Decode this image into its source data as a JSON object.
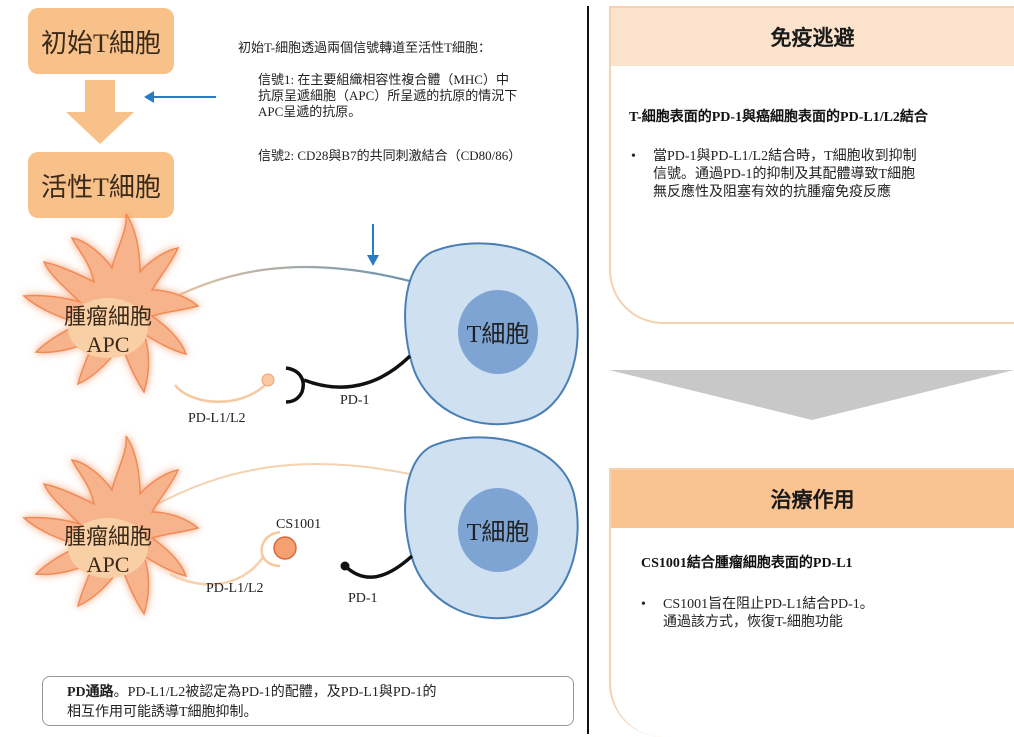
{
  "left": {
    "naive_label": "初始T細胞",
    "active_label": "活性T細胞",
    "notes": {
      "intro": "初始T-細胞透過兩個信號轉道至活性T細胞：",
      "signal1_line1": "信號1: 在主要組織相容性複合體（MHC）中",
      "signal1_line2": "抗原呈遞細胞（APC）所呈遞的抗原的情況下",
      "signal1_line3": "APC呈遞的抗原。",
      "signal2": "信號2: CD28與B7的共同刺激結合（CD80/86）"
    },
    "tumor_label_1": "腫瘤細胞",
    "tumor_label_2": "APC",
    "tcell_label": "T細胞",
    "pdl1_label": "PD-L1/L2",
    "pd1_label": "PD-1",
    "cs1001_label": "CS1001",
    "pd_box_bold": "PD通路",
    "pd_box_text1": "。PD-L1/L2被認定為PD-1的配體，及PD-L1與PD-1的",
    "pd_box_text2": "相互作用可能誘導T細胞抑制。"
  },
  "right": {
    "panel1": {
      "title": "免疫逃避",
      "subtitle": "T-細胞表面的PD-1與癌細胞表面的PD-L1/L2結合",
      "bullet_line1": "當PD-1與PD-L1/L2結合時，T細胞收到抑制",
      "bullet_line2": "信號。通過PD-1的抑制及其配體導致T細胞",
      "bullet_line3": "無反應性及阻塞有效的抗腫瘤免疫反應"
    },
    "panel2": {
      "title": "治療作用",
      "subtitle": "CS1001結合腫瘤細胞表面的PD-L1",
      "bullet_line1": "CS1001旨在阻止PD-L1結合PD-1。",
      "bullet_line2": "通過該方式，恢復T-細胞功能"
    }
  },
  "colors": {
    "box_fill": "#f8c18a",
    "arrow_blue": "#2a7ac4",
    "tcell_fill": "#cfe0f1",
    "tcell_nucleus": "#7ea4d4",
    "tumor_fill": "#f7b48c",
    "tumor_glow": "#f6c0a0",
    "panel1_head": "#fbe2cc",
    "panel2_head": "#f9c491",
    "chevron": "#c8c8c8"
  }
}
